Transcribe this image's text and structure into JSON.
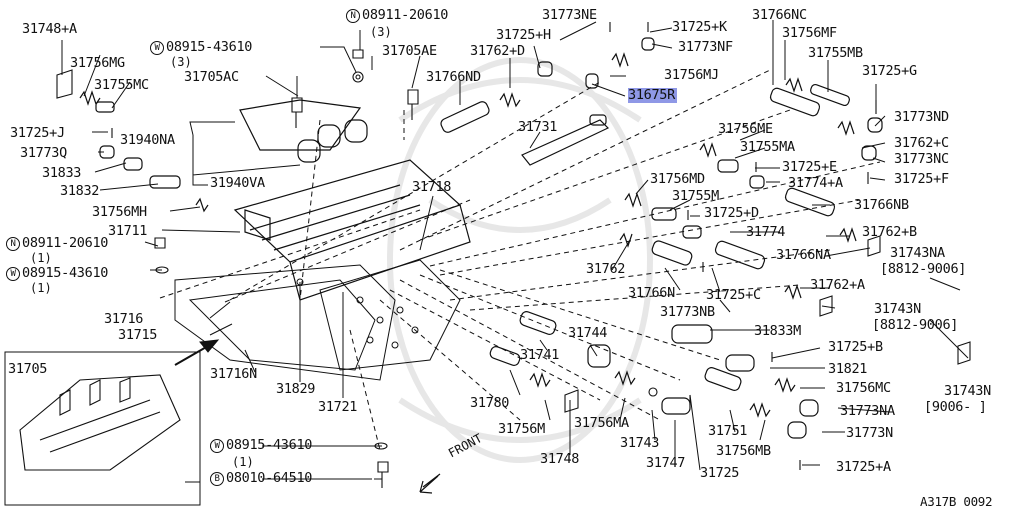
{
  "figure_code": "A317B 0092",
  "front_label": "FRONT",
  "highlight_color": "#8f98e6",
  "labels": {
    "l31748A": "31748+A",
    "l31756MG": "31756MG",
    "l31755MC": "31755MC",
    "l31725J": "31725+J",
    "l31773Q": "31773Q",
    "l31833": "31833",
    "l31832": "31832",
    "l31756MH": "31756MH",
    "l31711": "31711",
    "l31716": "31716",
    "l31715": "31715",
    "l31716N": "31716N",
    "l31829": "31829",
    "l31721": "31721",
    "l31705": "31705",
    "l31705AE": "31705AE",
    "l31705AC": "31705AC",
    "l31940NA": "31940NA",
    "l31940VA": "31940VA",
    "l31766ND": "31766ND",
    "l31762D": "31762+D",
    "l31725H": "31725+H",
    "l31773NE": "31773NE",
    "l31731": "31731",
    "l31718": "31718",
    "l31675R": "31675R",
    "l31725K": "31725+K",
    "l31773NF": "31773NF",
    "l31756MJ": "31756MJ",
    "l31766NC": "31766NC",
    "l31756MF": "31756MF",
    "l31755MB": "31755MB",
    "l31725G": "31725+G",
    "l31773ND": "31773ND",
    "l31762C": "31762+C",
    "l31773NC": "31773NC",
    "l31725F": "31725+F",
    "l31756ME": "31756ME",
    "l31755MA": "31755MA",
    "l31725E": "31725+E",
    "l31774A": "31774+A",
    "l31756MD": "31756MD",
    "l31755M": "31755M",
    "l31725D": "31725+D",
    "l31766NB": "31766NB",
    "l31774": "31774",
    "l31762B": "31762+B",
    "l31743NA": "31743NA",
    "r8812a": "[8812-9006]",
    "l31762": "31762",
    "l31766NA": "31766NA",
    "l31766N": "31766N",
    "l31725C": "31725+C",
    "l31762A": "31762+A",
    "l31773NB": "31773NB",
    "l31743N_a": "31743N",
    "r8812b": "[8812-9006]",
    "l31833M": "31833M",
    "l31744": "31744",
    "l31741": "31741",
    "l31725B": "31725+B",
    "l31821": "31821",
    "l31756MC": "31756MC",
    "l31743N_b": "31743N",
    "r9006": "[9006-    ]",
    "l31780": "31780",
    "l31773NA": "31773NA",
    "l31751": "31751",
    "l31773N": "31773N",
    "l31756M": "31756M",
    "l31756MA": "31756MA",
    "l31743": "31743",
    "l31756MB": "31756MB",
    "l31748": "31748",
    "l31747": "31747",
    "l31725": "31725",
    "l31725A": "31725+A"
  },
  "fasteners": {
    "n1": {
      "letter": "N",
      "part": "08911-20610",
      "qty": "(3)"
    },
    "w1": {
      "letter": "W",
      "part": "08915-43610",
      "qty": "(3)"
    },
    "n2": {
      "letter": "N",
      "part": "08911-20610",
      "qty": "(1)"
    },
    "w2": {
      "letter": "W",
      "part": "08915-43610",
      "qty": "(1)"
    },
    "w3": {
      "letter": "W",
      "part": "08915-43610",
      "qty": "(1)"
    },
    "b1": {
      "letter": "B",
      "part": "08010-64510",
      "qty": ""
    }
  }
}
